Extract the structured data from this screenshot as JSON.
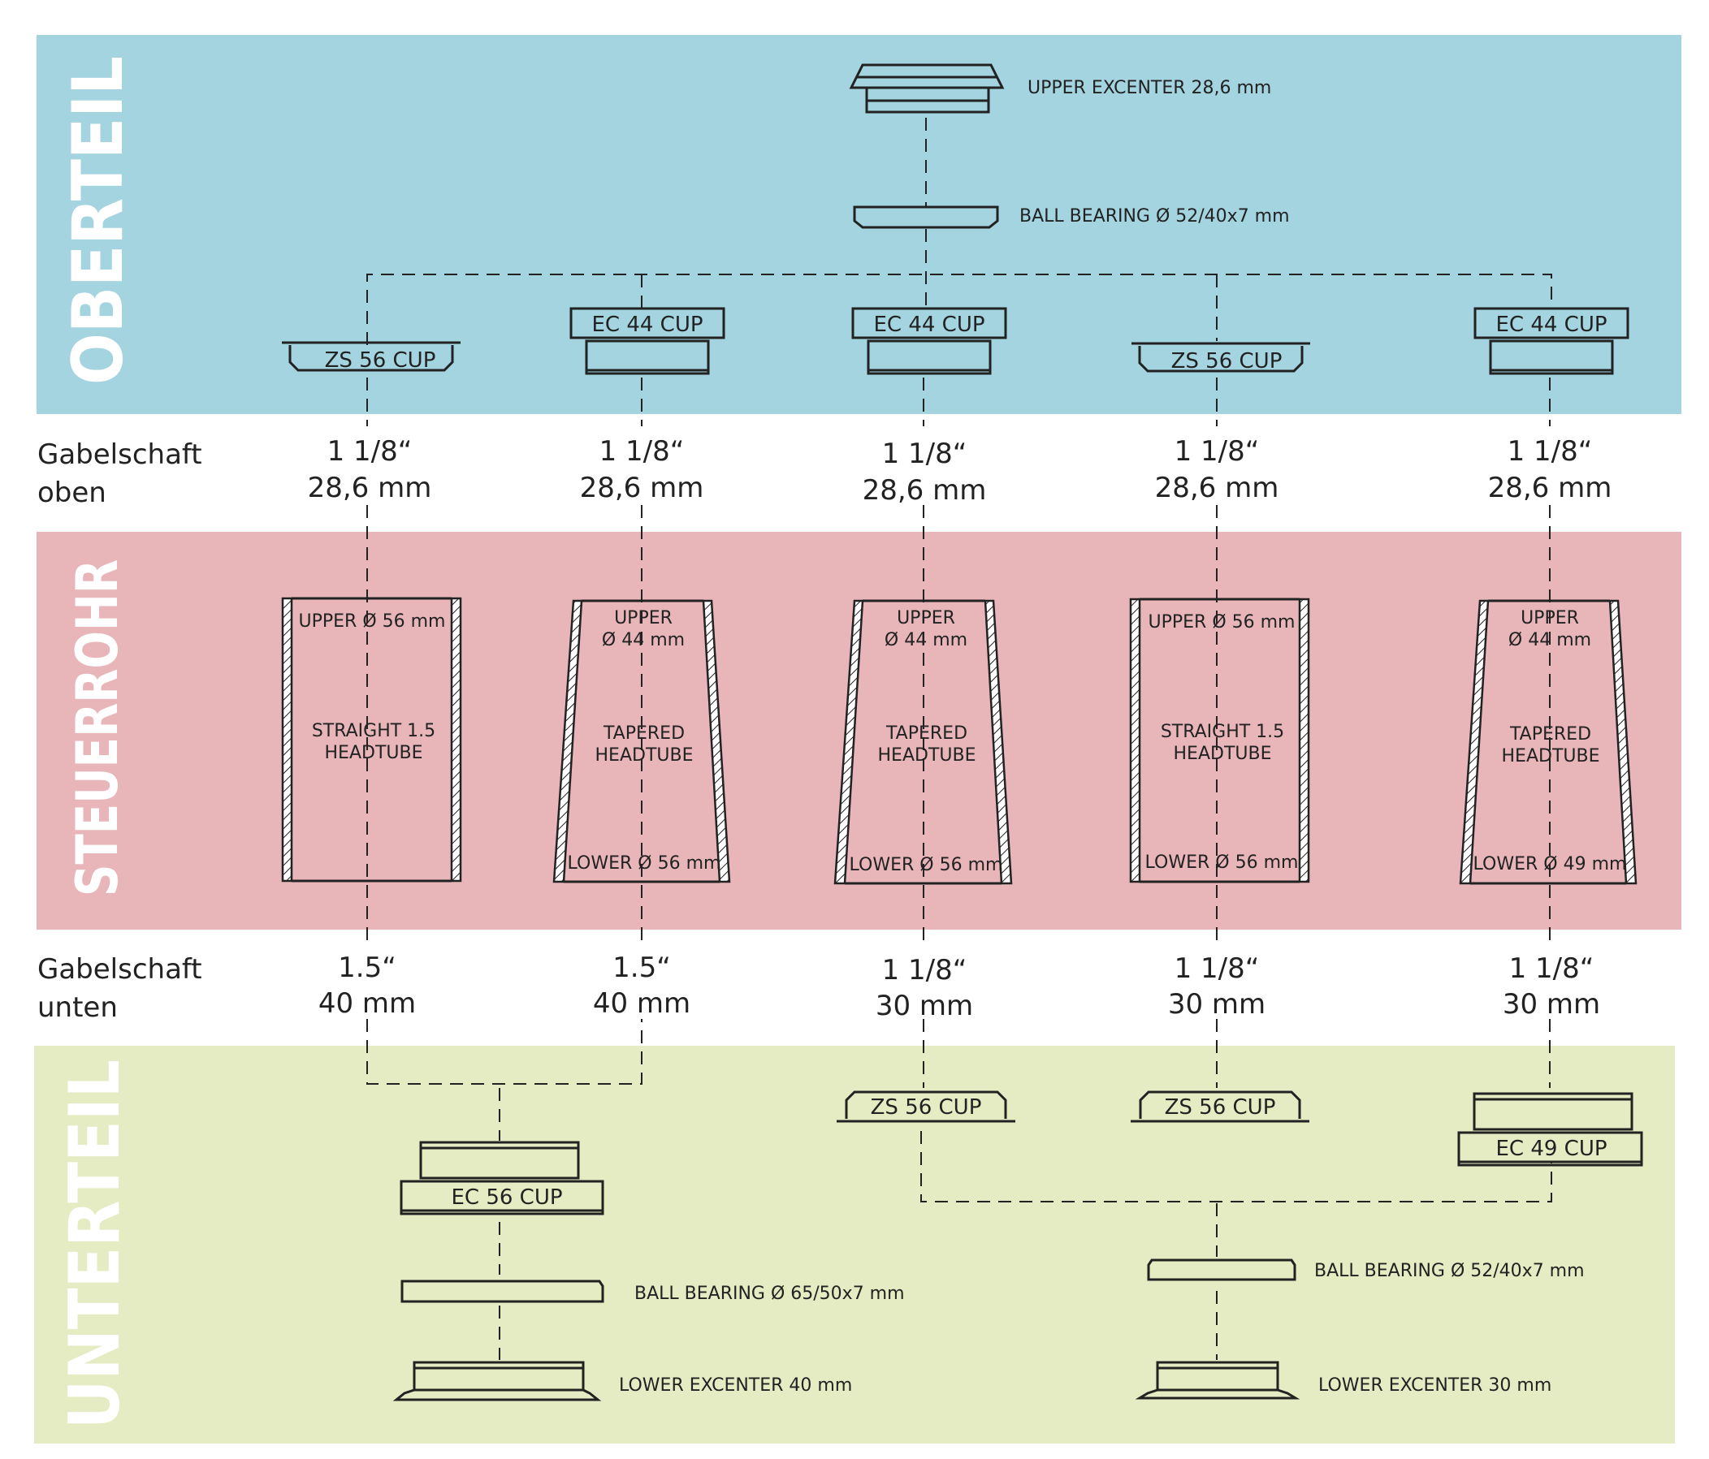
{
  "colors": {
    "oberteil": "#a3d4e0",
    "steuerrohr": "#e8b6b8",
    "unterteil": "#e5ecc3",
    "line": "#222222"
  },
  "sections": {
    "oberteil": "OBERTEIL",
    "steuerrohr": "STEUERROHR",
    "unterteil": "UNTERTEIL"
  },
  "rows": {
    "oben": {
      "line1": "Gabelschaft",
      "line2": "oben"
    },
    "unten": {
      "line1": "Gabelschaft",
      "line2": "unten"
    }
  },
  "top": {
    "upper_excenter": "UPPER EXCENTER 28,6 mm",
    "ball_bearing": "BALL BEARING Ø 52/40x7 mm"
  },
  "columns": [
    {
      "cup": "ZS 56 CUP",
      "shaft_top": [
        "1 1/8“",
        "28,6 mm"
      ],
      "tube_upper": [
        "UPPER Ø 56 mm"
      ],
      "tube_type": [
        "STRAIGHT 1.5",
        "HEADTUBE"
      ],
      "tube_lower": "",
      "shaft_bottom": [
        "1.5“",
        "40 mm"
      ]
    },
    {
      "cup": "EC 44 CUP",
      "shaft_top": [
        "1 1/8“",
        "28,6 mm"
      ],
      "tube_upper": [
        "UPPER",
        "Ø 44 mm"
      ],
      "tube_type": [
        "TAPERED",
        "HEADTUBE"
      ],
      "tube_lower": "LOWER Ø 56 mm",
      "shaft_bottom": [
        "1.5“",
        "40 mm"
      ]
    },
    {
      "cup": "EC 44 CUP",
      "shaft_top": [
        "1 1/8“",
        "28,6 mm"
      ],
      "tube_upper": [
        "UPPER",
        "Ø 44 mm"
      ],
      "tube_type": [
        "TAPERED",
        "HEADTUBE"
      ],
      "tube_lower": "LOWER Ø 56 mm",
      "shaft_bottom": [
        "1 1/8“",
        "30 mm"
      ],
      "lower_cup": "ZS 56 CUP"
    },
    {
      "cup": "ZS 56 CUP",
      "shaft_top": [
        "1 1/8“",
        "28,6 mm"
      ],
      "tube_upper": [
        "UPPER Ø 56 mm"
      ],
      "tube_type": [
        "STRAIGHT 1.5",
        "HEADTUBE"
      ],
      "tube_lower": "LOWER Ø 56 mm",
      "shaft_bottom": [
        "1 1/8“",
        "30 mm"
      ],
      "lower_cup": "ZS 56 CUP"
    },
    {
      "cup": "EC 44 CUP",
      "shaft_top": [
        "1 1/8“",
        "28,6 mm"
      ],
      "tube_upper": [
        "UPPER",
        "Ø 44 mm"
      ],
      "tube_type": [
        "TAPERED",
        "HEADTUBE"
      ],
      "tube_lower": "LOWER Ø 49 mm",
      "shaft_bottom": [
        "1 1/8“",
        "30 mm"
      ],
      "lower_cup": "EC 49 CUP"
    }
  ],
  "bottom_left": {
    "cup": "EC 56 CUP",
    "ball_bearing": "BALL BEARING Ø 65/50x7 mm",
    "lower_excenter": "LOWER EXCENTER 40 mm"
  },
  "bottom_right": {
    "ball_bearing": "BALL BEARING Ø 52/40x7 mm",
    "lower_excenter": "LOWER EXCENTER 30 mm"
  }
}
